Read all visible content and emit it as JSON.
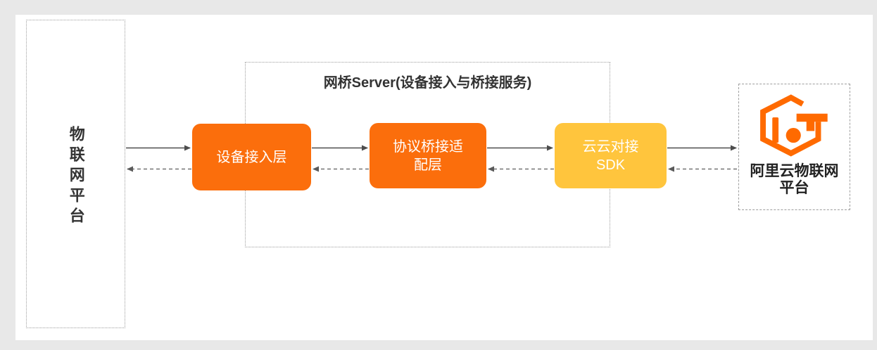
{
  "colors": {
    "page_bg": "#e8e8e8",
    "card_bg": "#ffffff",
    "orange": "#FB6E0C",
    "amber": "#FFC53D",
    "border_gray": "#9e9e9e",
    "arrow_dark": "#4d4d4d",
    "arrow_gray": "#737373",
    "text_dark": "#333333",
    "text_white": "#ffffff",
    "logo_orange": "#FF6A00"
  },
  "diagram": {
    "iot_platform": {
      "label": "物联网平台"
    },
    "bridge_server": {
      "title": "网桥Server(设备接入与桥接服务)",
      "nodes": [
        {
          "id": "device-access-layer",
          "line1": "设备接入层",
          "line2": ""
        },
        {
          "id": "protocol-bridge-adapter-layer",
          "line1": "协议桥接适",
          "line2": "配层"
        },
        {
          "id": "cloud-cloud-sdk",
          "line1": "云云对接",
          "line2": "SDK"
        }
      ]
    },
    "aliyun_iot_platform": {
      "line1": "阿里云物联网",
      "line2": "平台",
      "logo": "aliyun-iot-logo"
    }
  }
}
